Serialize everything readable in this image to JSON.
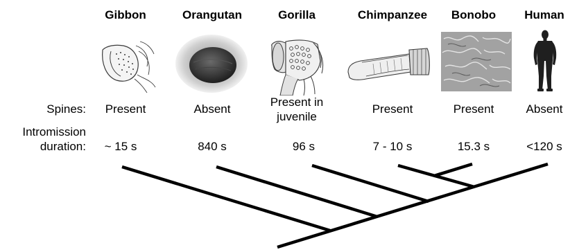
{
  "species": [
    {
      "name": "Gibbon",
      "spines": "Present",
      "duration": "~ 15 s",
      "illustration": "gibbon-penis-drawing"
    },
    {
      "name": "Orangutan",
      "spines": "Absent",
      "duration": "840 s",
      "illustration": "orangutan-penis-photo"
    },
    {
      "name": "Gorilla",
      "spines": "Present in juvenile",
      "duration": "96 s",
      "illustration": "gorilla-penis-drawing"
    },
    {
      "name": "Chimpanzee",
      "spines": "Present",
      "duration": "7 - 10 s",
      "illustration": "chimpanzee-penis-drawing"
    },
    {
      "name": "Bonobo",
      "spines": "Present",
      "duration": "15.3 s",
      "illustration": "bonobo-spines-micrograph"
    },
    {
      "name": "Human",
      "spines": "Absent",
      "duration": "<120 s",
      "illustration": "human-silhouette"
    }
  ],
  "row_labels": {
    "spines": "Spines:",
    "duration_line1": "Intromission",
    "duration_line2": "duration:"
  },
  "colors": {
    "text": "#000000",
    "tree_line": "#000000",
    "illustration_dark": "#3a3a3a",
    "illustration_mid": "#8a8a8a",
    "illustration_light": "#cfcfcf"
  }
}
